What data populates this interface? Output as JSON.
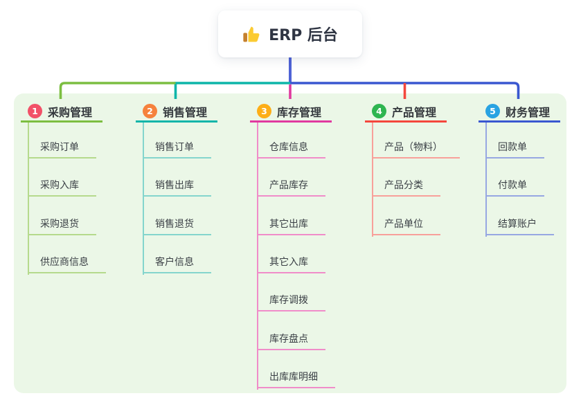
{
  "root": {
    "icon": "thumbs-up",
    "label": "ERP 后台"
  },
  "colors": {
    "panel_bg": "#ebf7e7",
    "stem": "#4f63d6",
    "root_text": "#2f3543",
    "title_text": "#34383d",
    "child_text": "#3a3f45"
  },
  "branches": [
    {
      "number": "1",
      "title": "采购管理",
      "badge_color": "#f25168",
      "line_color": "#7cbe41",
      "light_color": "#b5da8c",
      "children": [
        "采购订单",
        "采购入库",
        "采购退货",
        "供应商信息"
      ]
    },
    {
      "number": "2",
      "title": "销售管理",
      "badge_color": "#f6823d",
      "line_color": "#0db5a9",
      "light_color": "#84d5cd",
      "children": [
        "销售订单",
        "销售出库",
        "销售退货",
        "客户信息"
      ]
    },
    {
      "number": "3",
      "title": "库存管理",
      "badge_color": "#fdae17",
      "line_color": "#e0399f",
      "light_color": "#f08cc9",
      "children": [
        "仓库信息",
        "产品库存",
        "其它出库",
        "其它入库",
        "库存调拨",
        "库存盘点",
        "出库库明细"
      ]
    },
    {
      "number": "4",
      "title": "产品管理",
      "badge_color": "#2eb550",
      "line_color": "#f4473d",
      "light_color": "#f8a09a",
      "children": [
        "产品（物料）",
        "产品分类",
        "产品单位"
      ]
    },
    {
      "number": "5",
      "title": "财务管理",
      "badge_color": "#29a3e2",
      "line_color": "#3a57d0",
      "light_color": "#96a7e2",
      "children": [
        "回款单",
        "付款单",
        "结算账户"
      ]
    }
  ]
}
